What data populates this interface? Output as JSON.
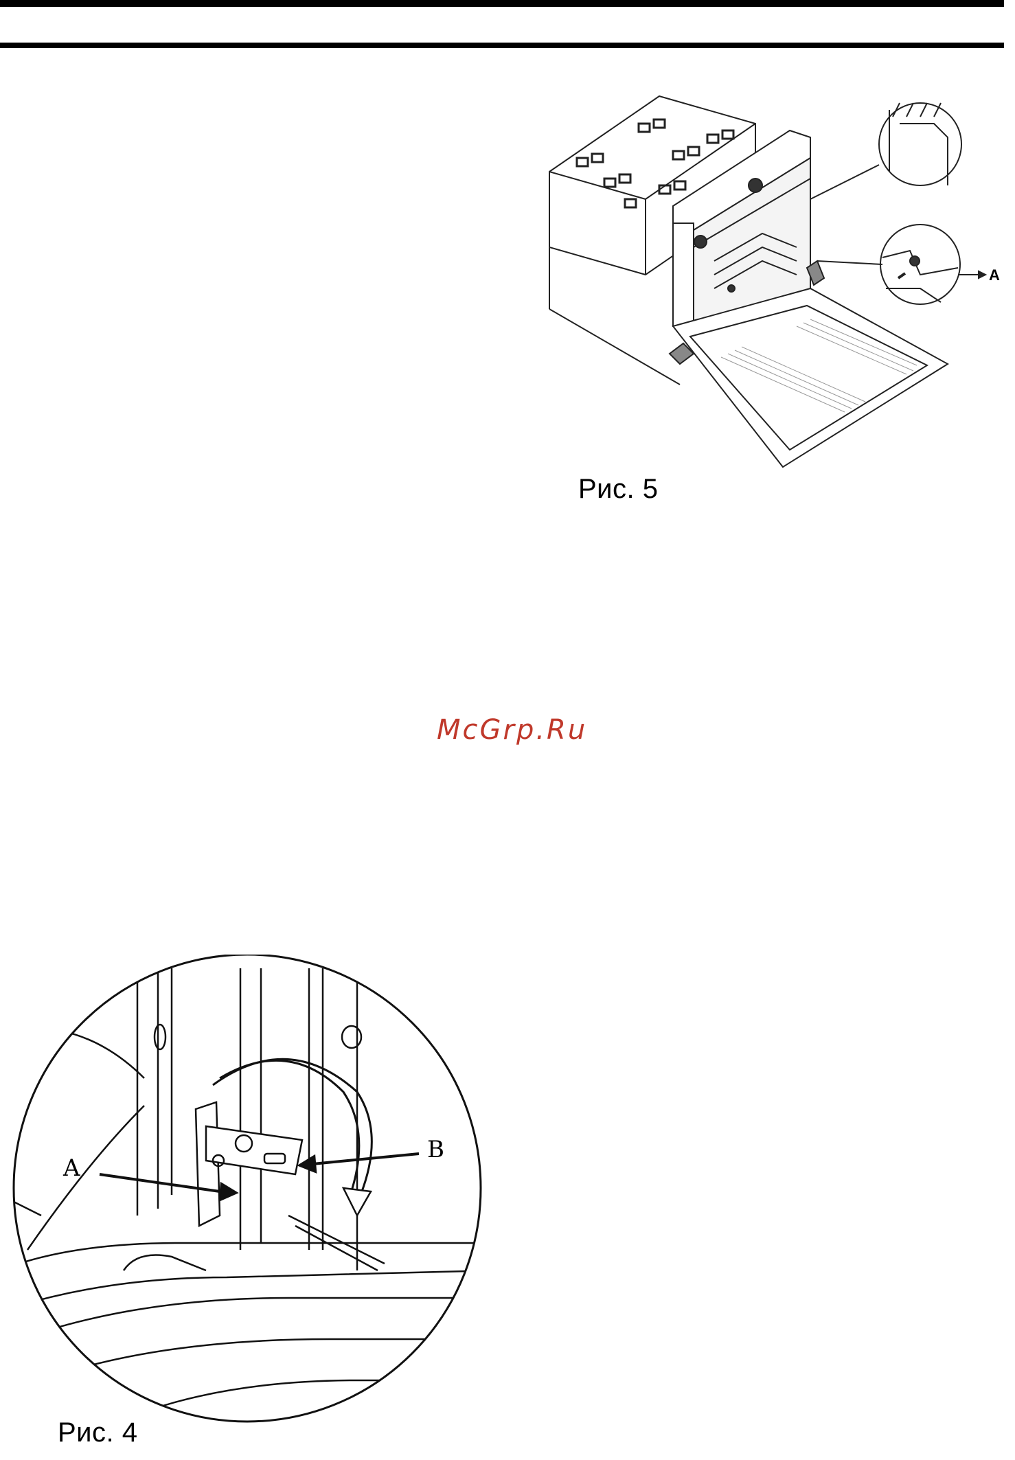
{
  "header": {
    "rule_color": "#000000"
  },
  "figure5": {
    "caption": "Рис. 5",
    "callout_a": "A"
  },
  "figure4": {
    "caption": "Рис. 4",
    "callout_a": "A",
    "callout_b": "B"
  },
  "watermark": {
    "text": "McGrp.Ru",
    "color": "#c0392b"
  }
}
